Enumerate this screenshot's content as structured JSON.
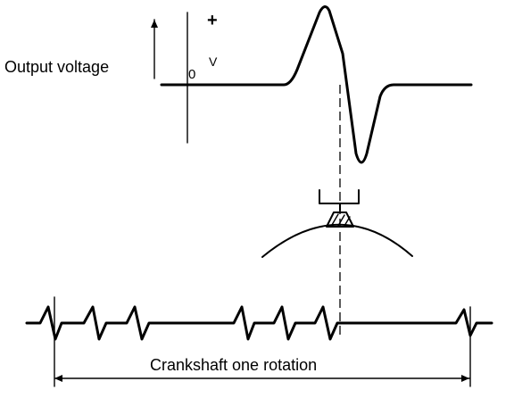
{
  "labels": {
    "y_axis": "Output voltage",
    "plus": "+",
    "zero": "0",
    "volt_unit": "V",
    "dimension": "Crankshaft one rotation"
  },
  "colors": {
    "ink": "#000000",
    "background": "#ffffff"
  },
  "icons": {
    "axis_arrow": "arrow-up-icon",
    "dimension_arrows": "double-arrow-icon"
  }
}
